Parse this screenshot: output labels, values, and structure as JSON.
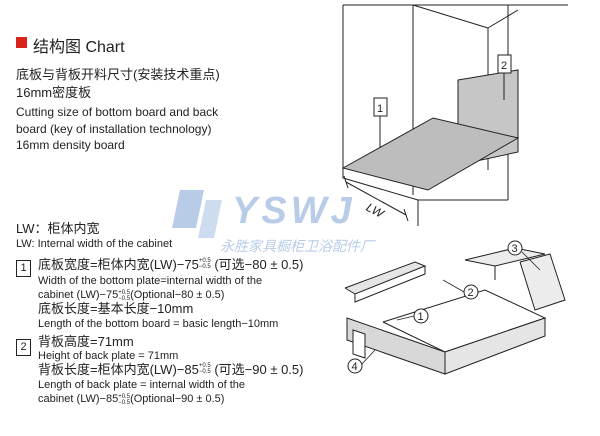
{
  "header": {
    "title": "结构图 Chart"
  },
  "intro": {
    "zh_line1": "底板与背板开料尺寸(安装技术重点)",
    "zh_line2": "16mm密度板",
    "en_line1": "Cutting size of bottom board and back",
    "en_line2": "board (key of installation technology)",
    "en_line3": "16mm density board"
  },
  "lw": {
    "zh": "LW：柜体内宽",
    "en": "LW: Internal width of the cabinet"
  },
  "item1": {
    "num": "1",
    "width_zh_pre": "底板宽度=柜体内宽(LW)−75",
    "width_zh_post": "(可选−80 ± 0.5)",
    "width_en1": "Width of the bottom plate=internal width of the",
    "width_en2_pre": "cabinet (LW)−75",
    "width_en2_post": "(Optional−80 ± 0.5)",
    "length_zh": "底板长度=基本长度−10mm",
    "length_en": "Length of the bottom board = basic length−10mm",
    "tol_plus": "+0.5",
    "tol_minus": "−0.5"
  },
  "item2": {
    "num": "2",
    "height_zh": "背板高度=71mm",
    "height_en": "Height of back plate = 71mm",
    "length_zh_pre": "背板长度=柜体内宽(LW)−85",
    "length_zh_post": "(可选−90 ± 0.5)",
    "length_en1": "Length of back plate = internal width of the",
    "length_en2_pre": "cabinet (LW)−85",
    "length_en2_post": "(Optional−90 ± 0.5)",
    "tol_plus": "+0.5",
    "tol_minus": "−0.5"
  },
  "diagram": {
    "cabinet_label_1": "1",
    "cabinet_label_2": "2",
    "lw_label": "LW",
    "drawer_label_1": "1",
    "drawer_label_2": "2",
    "drawer_label_3": "3",
    "drawer_label_4": "4"
  },
  "watermark": {
    "brand": "YSWJ",
    "sub": "永胜家具橱柜卫浴配件厂"
  },
  "colors": {
    "accent": "#d8231a",
    "watermark": "#7fa3d6"
  }
}
